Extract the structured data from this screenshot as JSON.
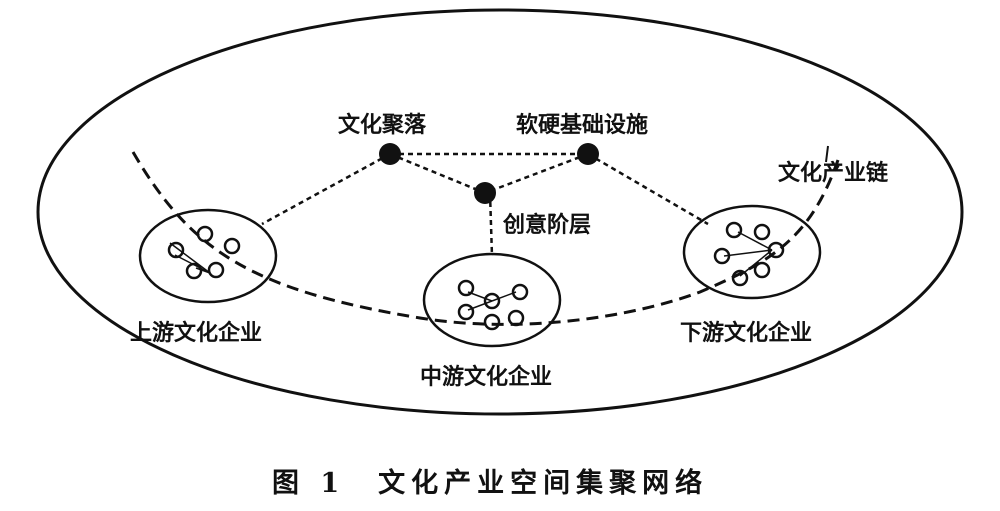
{
  "diagram": {
    "nodes": {
      "cultural_cluster": "文化聚落",
      "infrastructure": "软硬基础设施",
      "creative_class": "创意阶层",
      "industry_chain": "文化产业链"
    },
    "clusters": {
      "upstream": "上游文化企业",
      "midstream": "中游文化企业",
      "downstream": "下游文化企业"
    },
    "caption": "图 1　文化产业空间集聚网络"
  },
  "colors": {
    "ink": "#111111",
    "background": "#ffffff"
  }
}
